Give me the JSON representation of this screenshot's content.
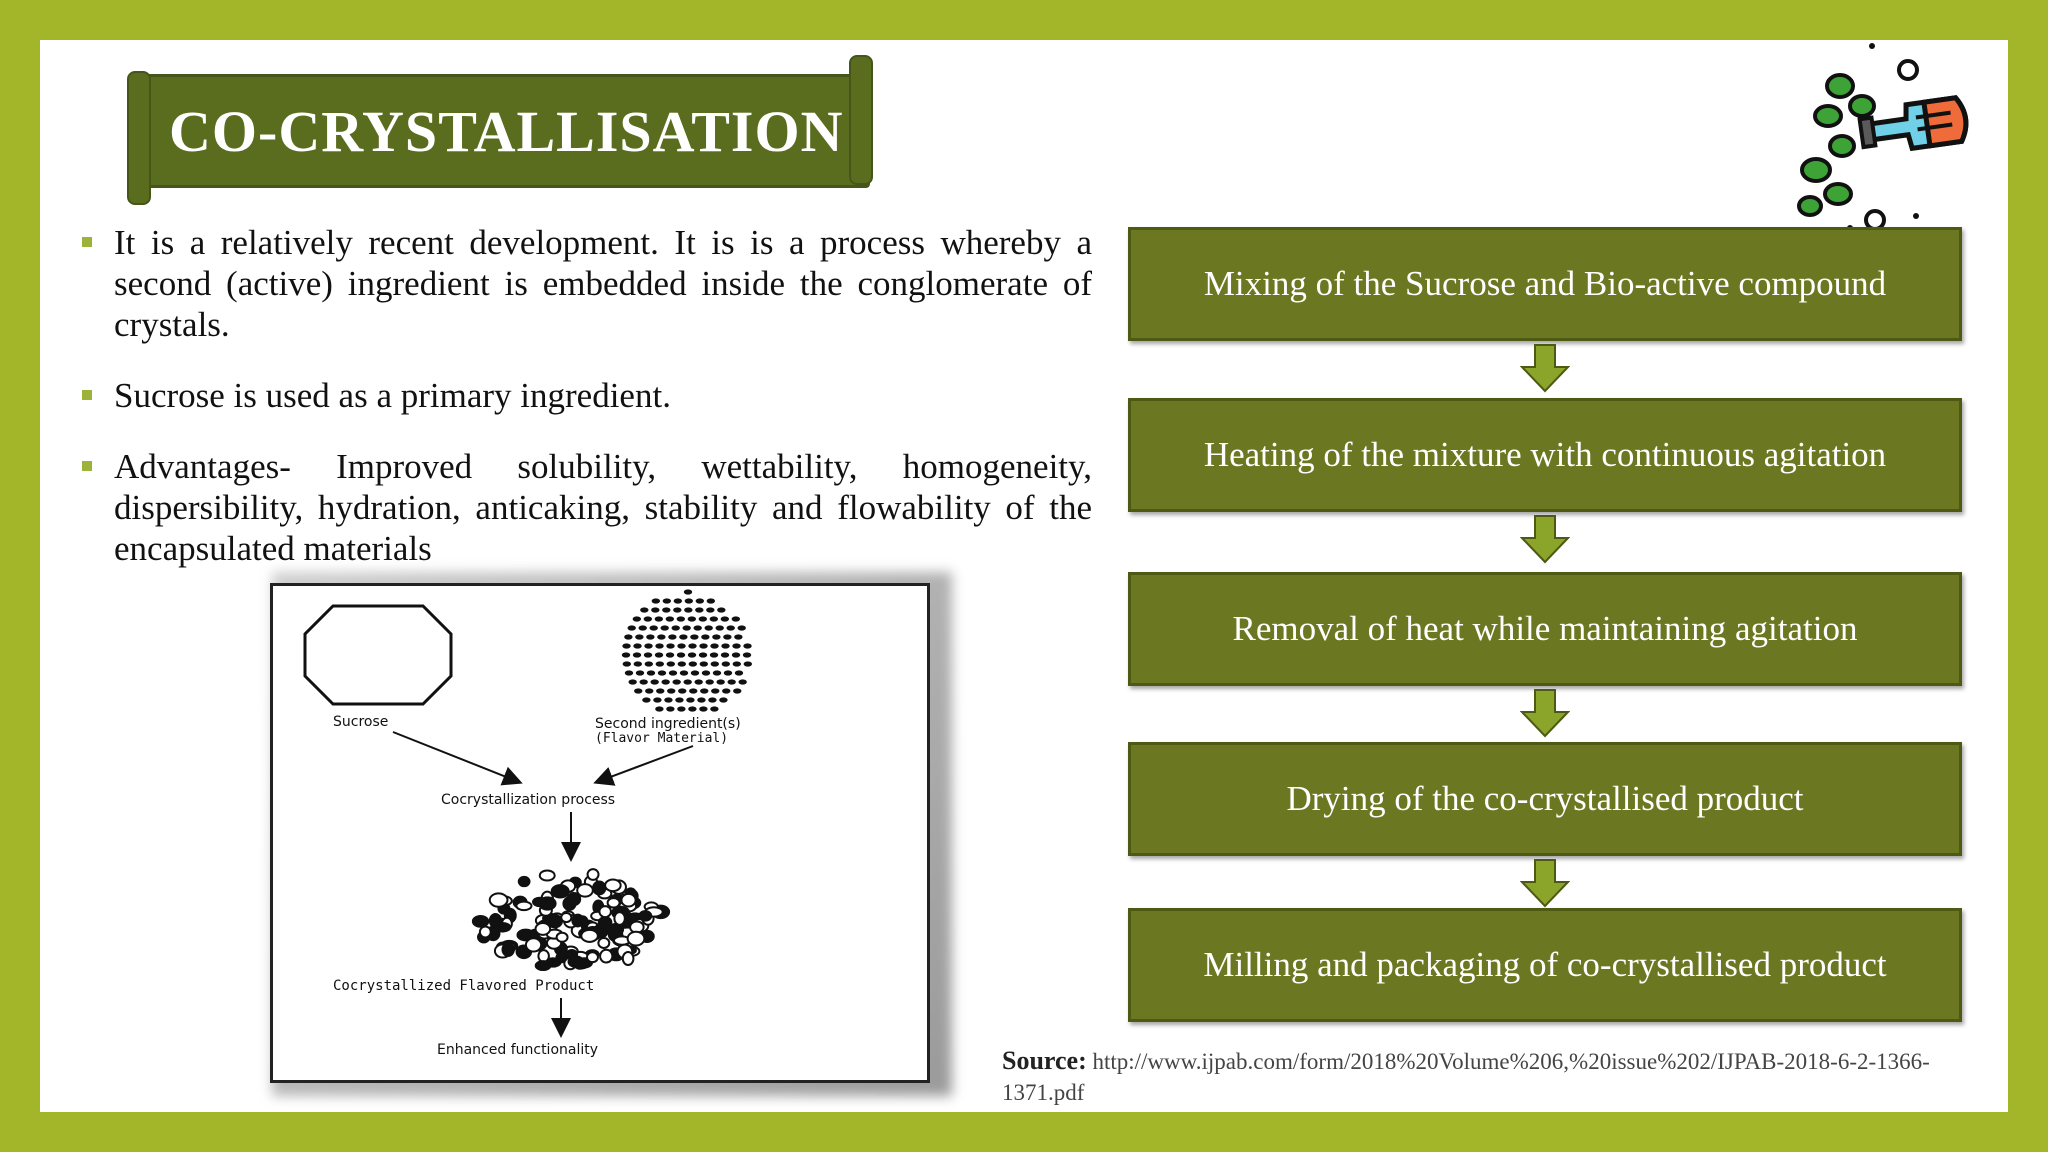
{
  "title": "CO-CRYSTALLISATION",
  "bullets": [
    "It is a relatively recent development. It is is a process whereby a second (active) ingredient is embedded inside the conglomerate of crystals.",
    "Sucrose is used as a primary ingredient.",
    "Advantages- Improved solubility, wettability, homogeneity, dispersibility, hydration, anticaking, stability and flowability of the encapsulated materials"
  ],
  "diagram": {
    "sucrose_label": "Sucrose",
    "second_label_1": "Second ingredient(s)",
    "second_label_2": "(Flavor Material)",
    "process_label": "Cocrystallization process",
    "product_label": "Cocrystallized Flavored Product",
    "function_label": "Enhanced functionality"
  },
  "flow_steps": [
    "Mixing of the Sucrose and Bio-active compound",
    "Heating of the mixture with continuous agitation",
    "Removal of heat while maintaining agitation",
    "Drying of the co-crystallised product",
    "Milling and packaging of co-crystallised product"
  ],
  "source": {
    "label": "Source:",
    "url": "http://www.ijpab.com/form/2018%20Volume%206,%20issue%202/IJPAB-2018-6-2-1366-1371.pdf"
  },
  "colors": {
    "frame": "#a3b529",
    "banner": "#5a6d1f",
    "flow_box": "#6b7721",
    "arrow": "#8aa52a"
  },
  "icons": [
    "flask-icon",
    "arrow-down-icon"
  ]
}
